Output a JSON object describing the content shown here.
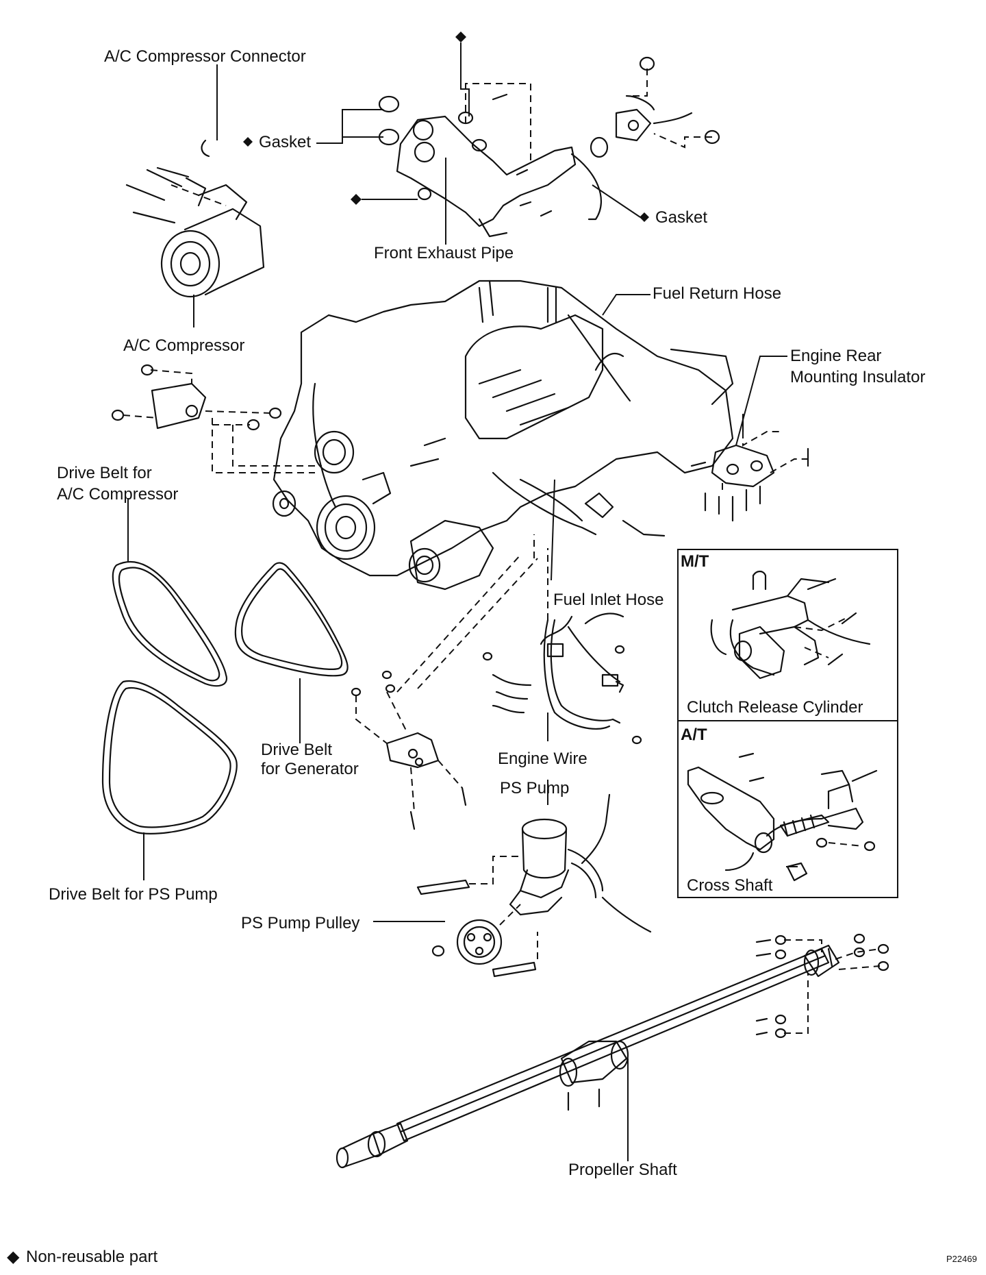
{
  "labels": {
    "ac_connector": "A/C Compressor Connector",
    "gasket_left": "Gasket",
    "gasket_right": "Gasket",
    "front_exhaust_pipe": "Front Exhaust Pipe",
    "fuel_return_hose": "Fuel Return Hose",
    "engine_rear_mount_line1": "Engine Rear",
    "engine_rear_mount_line2": "Mounting Insulator",
    "ac_compressor": "A/C Compressor",
    "drive_belt_ac_line1": "Drive Belt for",
    "drive_belt_ac_line2": "A/C Compressor",
    "mt_title": "M/T",
    "fuel_inlet_hose": "Fuel Inlet Hose",
    "clutch_release_cylinder": "Clutch Release Cylinder",
    "at_title": "A/T",
    "drive_belt_gen_line1": "Drive Belt",
    "drive_belt_gen_line2": "for Generator",
    "engine_wire": "Engine Wire",
    "ps_pump": "PS Pump",
    "cross_shaft": "Cross Shaft",
    "drive_belt_ps": "Drive Belt for PS Pump",
    "ps_pump_pulley": "PS Pump Pulley",
    "propeller_shaft": "Propeller Shaft"
  },
  "legend": {
    "symbol": "◆",
    "text": "Non-reusable part"
  },
  "figure_code": "P22469"
}
